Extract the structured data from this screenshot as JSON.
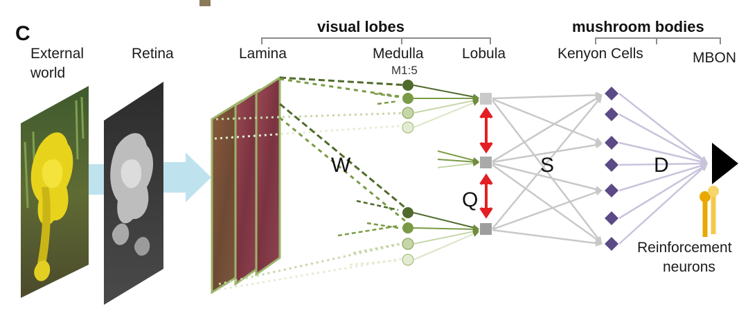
{
  "panel_letter": "C",
  "labels": {
    "external_world_line1": "External",
    "external_world_line2": "world",
    "retina": "Retina",
    "lamina": "Lamina",
    "medulla": "Medulla",
    "medulla_sub": "M1:5",
    "lobula": "Lobula",
    "kenyon_cells": "Kenyon Cells",
    "mbon": "MBON",
    "reinforcement_line1": "Reinforcement",
    "reinforcement_line2": "neurons"
  },
  "groups": {
    "visual_lobes": "visual lobes",
    "mushroom_bodies": "mushroom bodies"
  },
  "weights": {
    "w": "W",
    "q": "Q",
    "s": "S",
    "d": "D"
  },
  "colors": {
    "medulla_dark": "#4f6a2b",
    "medulla_mid": "#7a9a45",
    "medulla_light": "#c6d6a8",
    "medulla_pale": "#e3ecd2",
    "lobula": "#b9b9b9",
    "kenyon": "#5b4a86",
    "mbon": "#000000",
    "reinforcement": "#e8b21a",
    "inhibition_arrow": "#e31e24",
    "kc_to_mbon": "#c9c3dc",
    "lobula_to_kc": "#c8c8c8",
    "flow_arrow": "#bfe3ee"
  }
}
